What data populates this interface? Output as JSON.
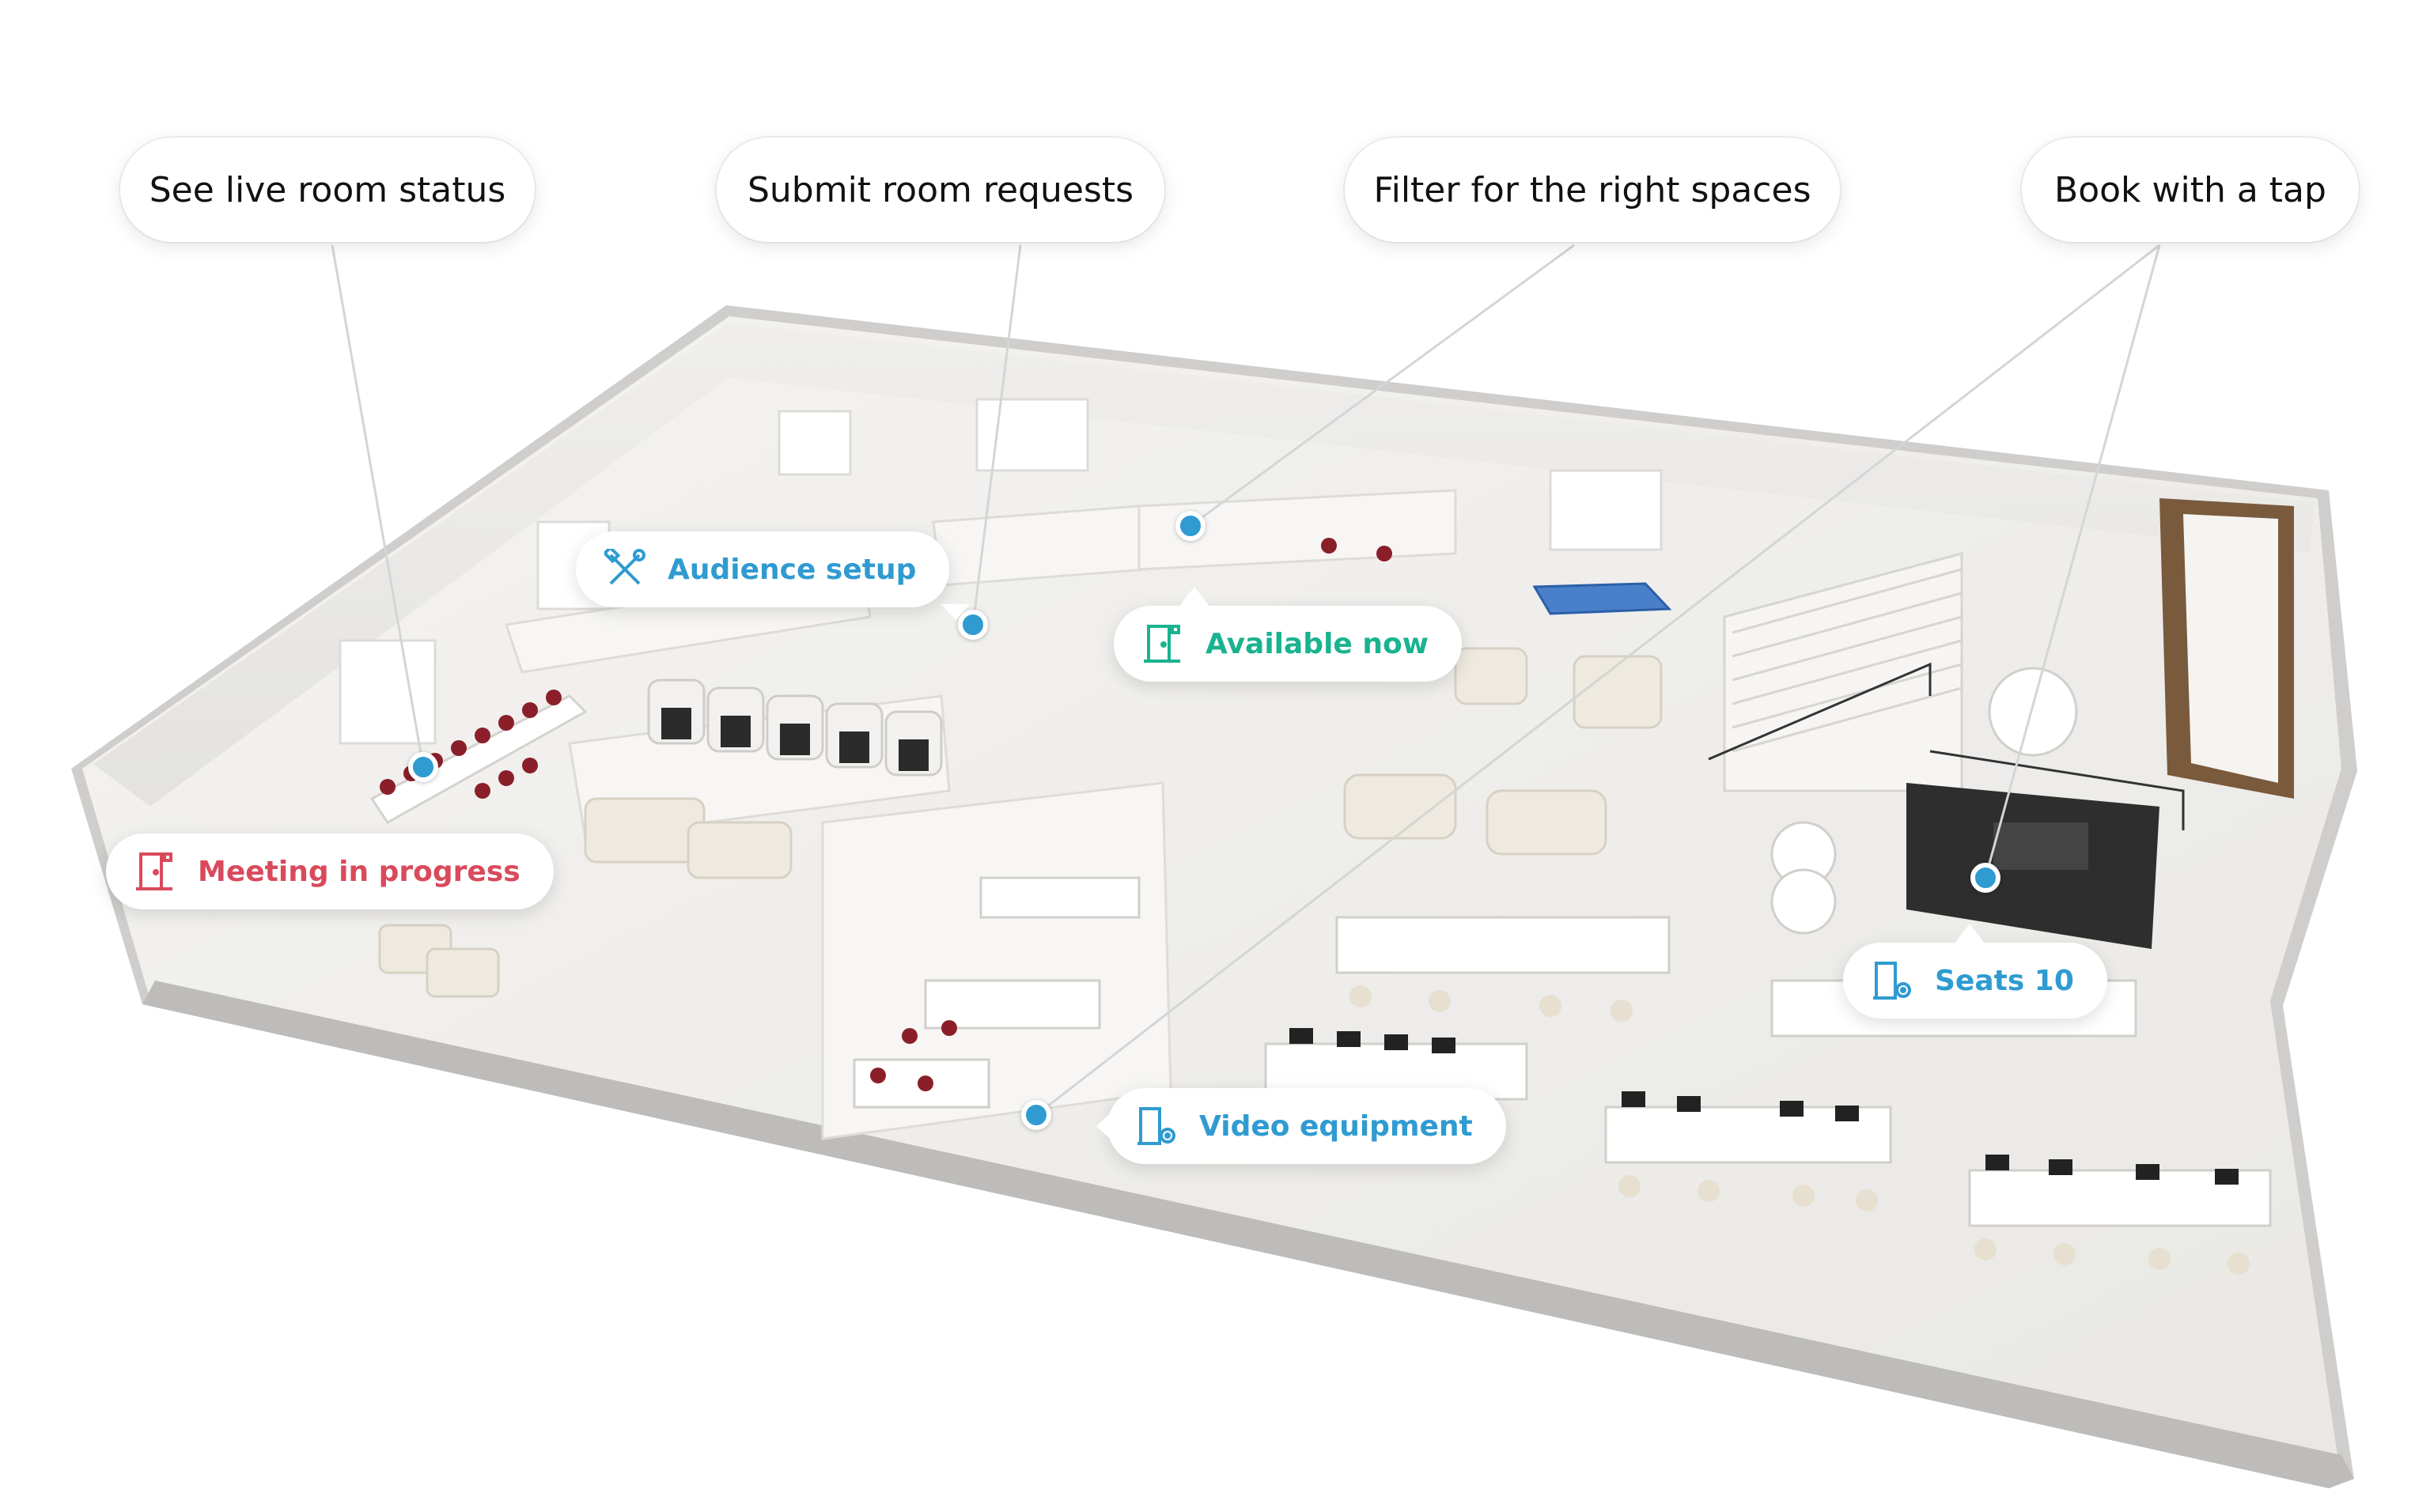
{
  "features": {
    "live_status": "See live room status",
    "requests": "Submit room requests",
    "filter": "Filter for the right spaces",
    "book": "Book with a tap"
  },
  "pins": {
    "meeting": {
      "label": "Meeting in progress",
      "icon": "door-icon",
      "color": "#d94a5c"
    },
    "audience": {
      "label": "Audience setup",
      "icon": "tools-icon",
      "color": "#2f9bd1"
    },
    "available": {
      "label": "Available now",
      "icon": "door-icon",
      "color": "#19b38f"
    },
    "video": {
      "label": "Video equipment",
      "icon": "door-settings-icon",
      "color": "#2f9bd1"
    },
    "seats": {
      "label": "Seats 10",
      "icon": "door-settings-icon",
      "color": "#2f9bd1"
    }
  }
}
